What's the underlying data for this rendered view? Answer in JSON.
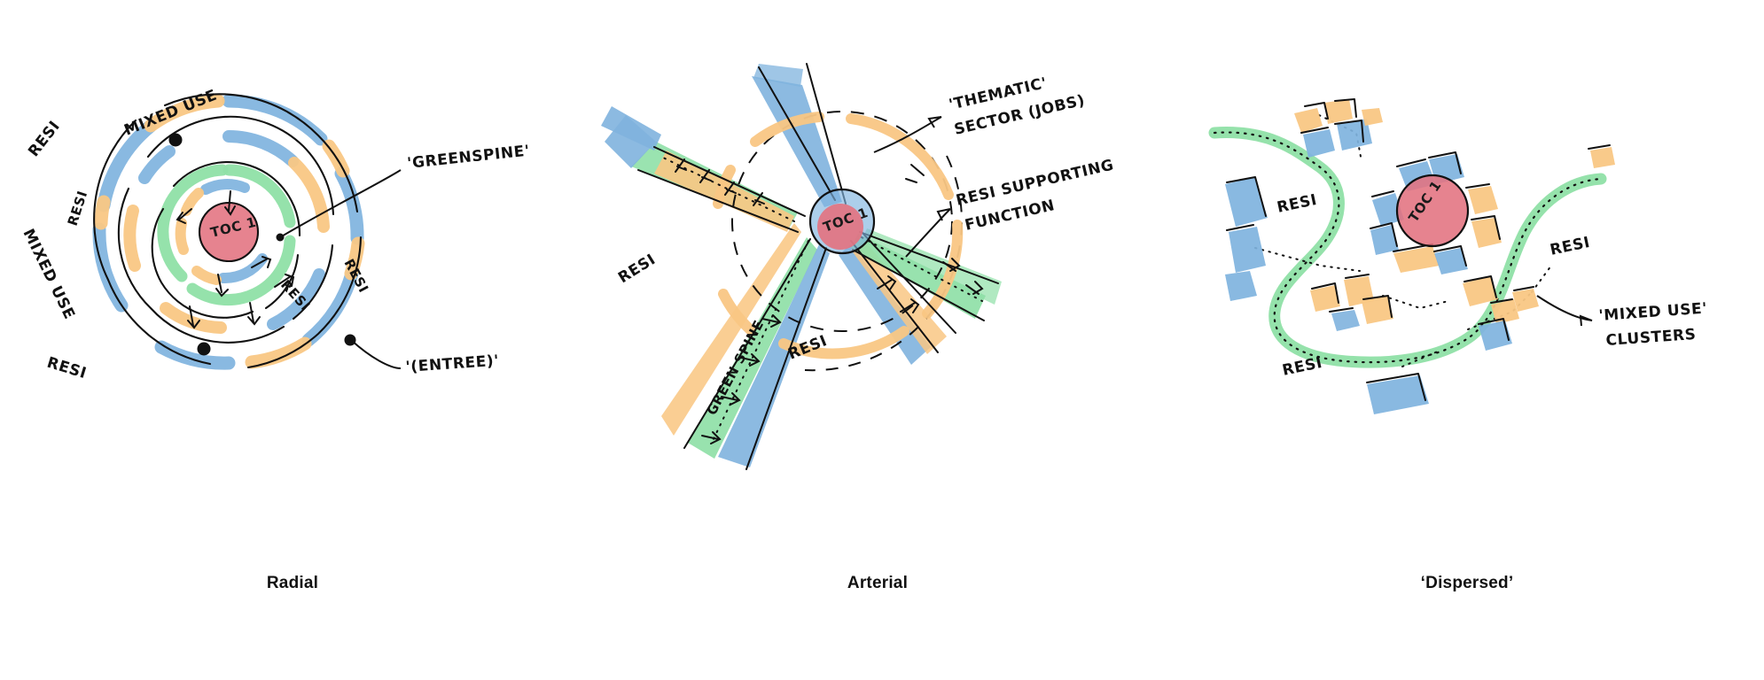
{
  "figure": {
    "title": "Urban growth structure concept sketches",
    "background_color": "#ffffff"
  },
  "palette": {
    "resi_blue": "#7FB3DE",
    "mixed_orange": "#F9C784",
    "green_spine": "#8FE0A7",
    "toc_red": "#E3727F",
    "toc_red_fill": "#E06A7B",
    "ink": "#111111",
    "caption": "#111111"
  },
  "panels": [
    {
      "id": "radial",
      "caption": "Radial",
      "center_label": "TOC 1",
      "ring_labels": [
        {
          "text": "RESI",
          "ring": "outer",
          "position": "upper-left"
        },
        {
          "text": "MIXED USE",
          "ring": "outer",
          "position": "top"
        },
        {
          "text": "RESI",
          "ring": "middle",
          "position": "left"
        },
        {
          "text": "MIXED USE",
          "ring": "outer",
          "position": "lower-left"
        },
        {
          "text": "RESI",
          "ring": "outer",
          "position": "bottom-left"
        },
        {
          "text": "RESI",
          "ring": "middle",
          "position": "lower-right"
        },
        {
          "text": "RESI",
          "ring": "outer",
          "position": "right"
        }
      ],
      "annotations": [
        {
          "text": "'GREENSPINE'",
          "points_to": "inner green ring"
        },
        {
          "text": "'(ENTREE)'",
          "points_to": "outer ring node"
        }
      ]
    },
    {
      "id": "arterial",
      "caption": "Arterial",
      "center_label": "TOC 1",
      "ring_labels": [
        {
          "text": "RESI",
          "position": "left-corridor"
        },
        {
          "text": "GREEN SPINE",
          "position": "lower-left-corridor"
        },
        {
          "text": "RESI",
          "position": "bottom-corridor"
        }
      ],
      "annotations": [
        {
          "text": "'THEMATIC'\nSECTOR (JOBS)",
          "lines": [
            "'THEMATIC'",
            "SECTOR (JOBS)"
          ],
          "points_to": "north-east blue wedge"
        },
        {
          "text": "RESI SUPPORTING\nFUNCTION",
          "lines": [
            "RESI SUPPORTING",
            "FUNCTION"
          ],
          "points_to": "orange dashed ring"
        }
      ]
    },
    {
      "id": "dispersed",
      "caption": "‘Dispersed’",
      "center_label": "TOC 1",
      "ring_labels": [
        {
          "text": "RESI",
          "position": "upper-left"
        },
        {
          "text": "RESI",
          "position": "lower-left"
        },
        {
          "text": "RESI",
          "position": "right"
        }
      ],
      "annotations": [
        {
          "text": "'MIXED USE'\nCLUSTERS",
          "lines": [
            "'MIXED USE'",
            "CLUSTERS"
          ],
          "points_to": "right cluster"
        }
      ]
    }
  ],
  "legend_text": {
    "resi": "RESI",
    "mixed_use": "MIXED USE",
    "green_spine": "GREEN SPINE",
    "greenspine_quoted": "'GREENSPINE'",
    "entree_quoted": "'(ENTREE)'",
    "thematic_line1": "'THEMATIC'",
    "thematic_line2": "SECTOR (JOBS)",
    "resi_support_line1": "RESI SUPPORTING",
    "resi_support_line2": "FUNCTION",
    "mixed_clusters_line1": "'MIXED USE'",
    "mixed_clusters_line2": "CLUSTERS",
    "toc": "TOC 1"
  }
}
